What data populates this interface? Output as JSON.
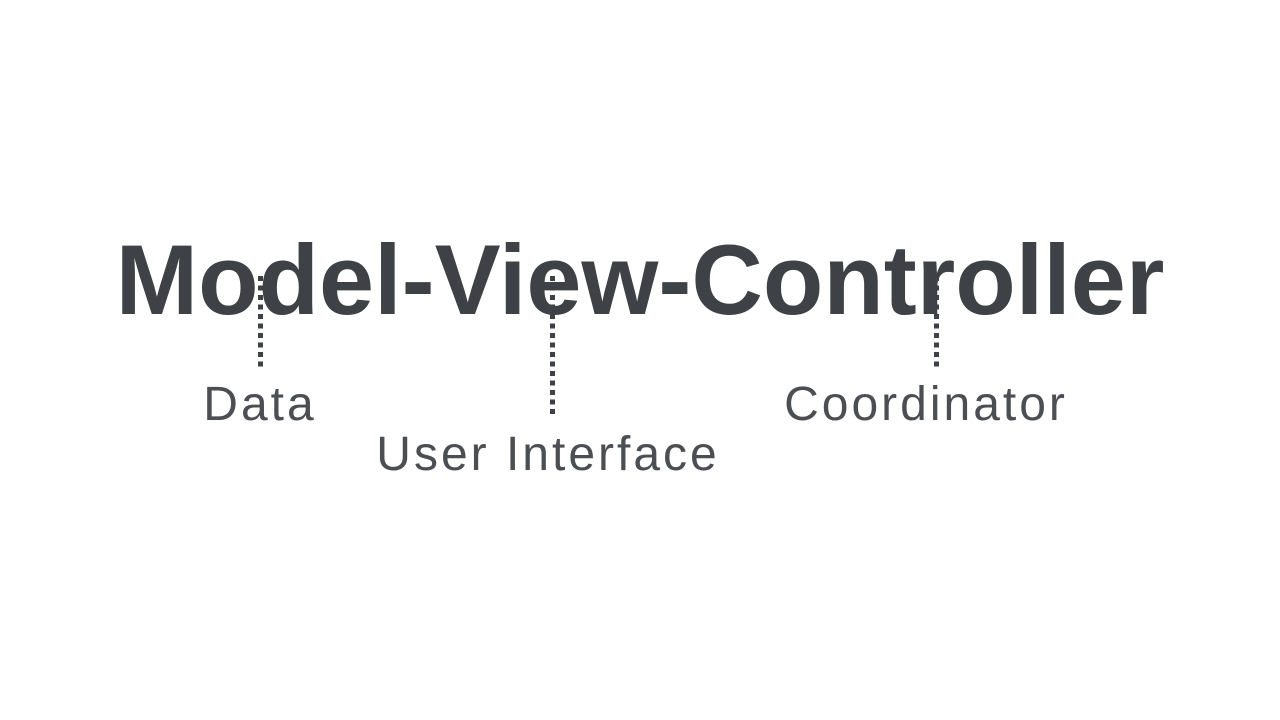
{
  "page": {
    "background_color": "#ffffff",
    "title_color": "#3e4247",
    "label_color": "#4b4e53"
  },
  "diagram": {
    "title": "Model-View-Controller",
    "connectors": [
      {
        "part": "model",
        "label": "Data"
      },
      {
        "part": "view",
        "label": "User Interface"
      },
      {
        "part": "controller",
        "label": "Coordinator"
      }
    ]
  }
}
